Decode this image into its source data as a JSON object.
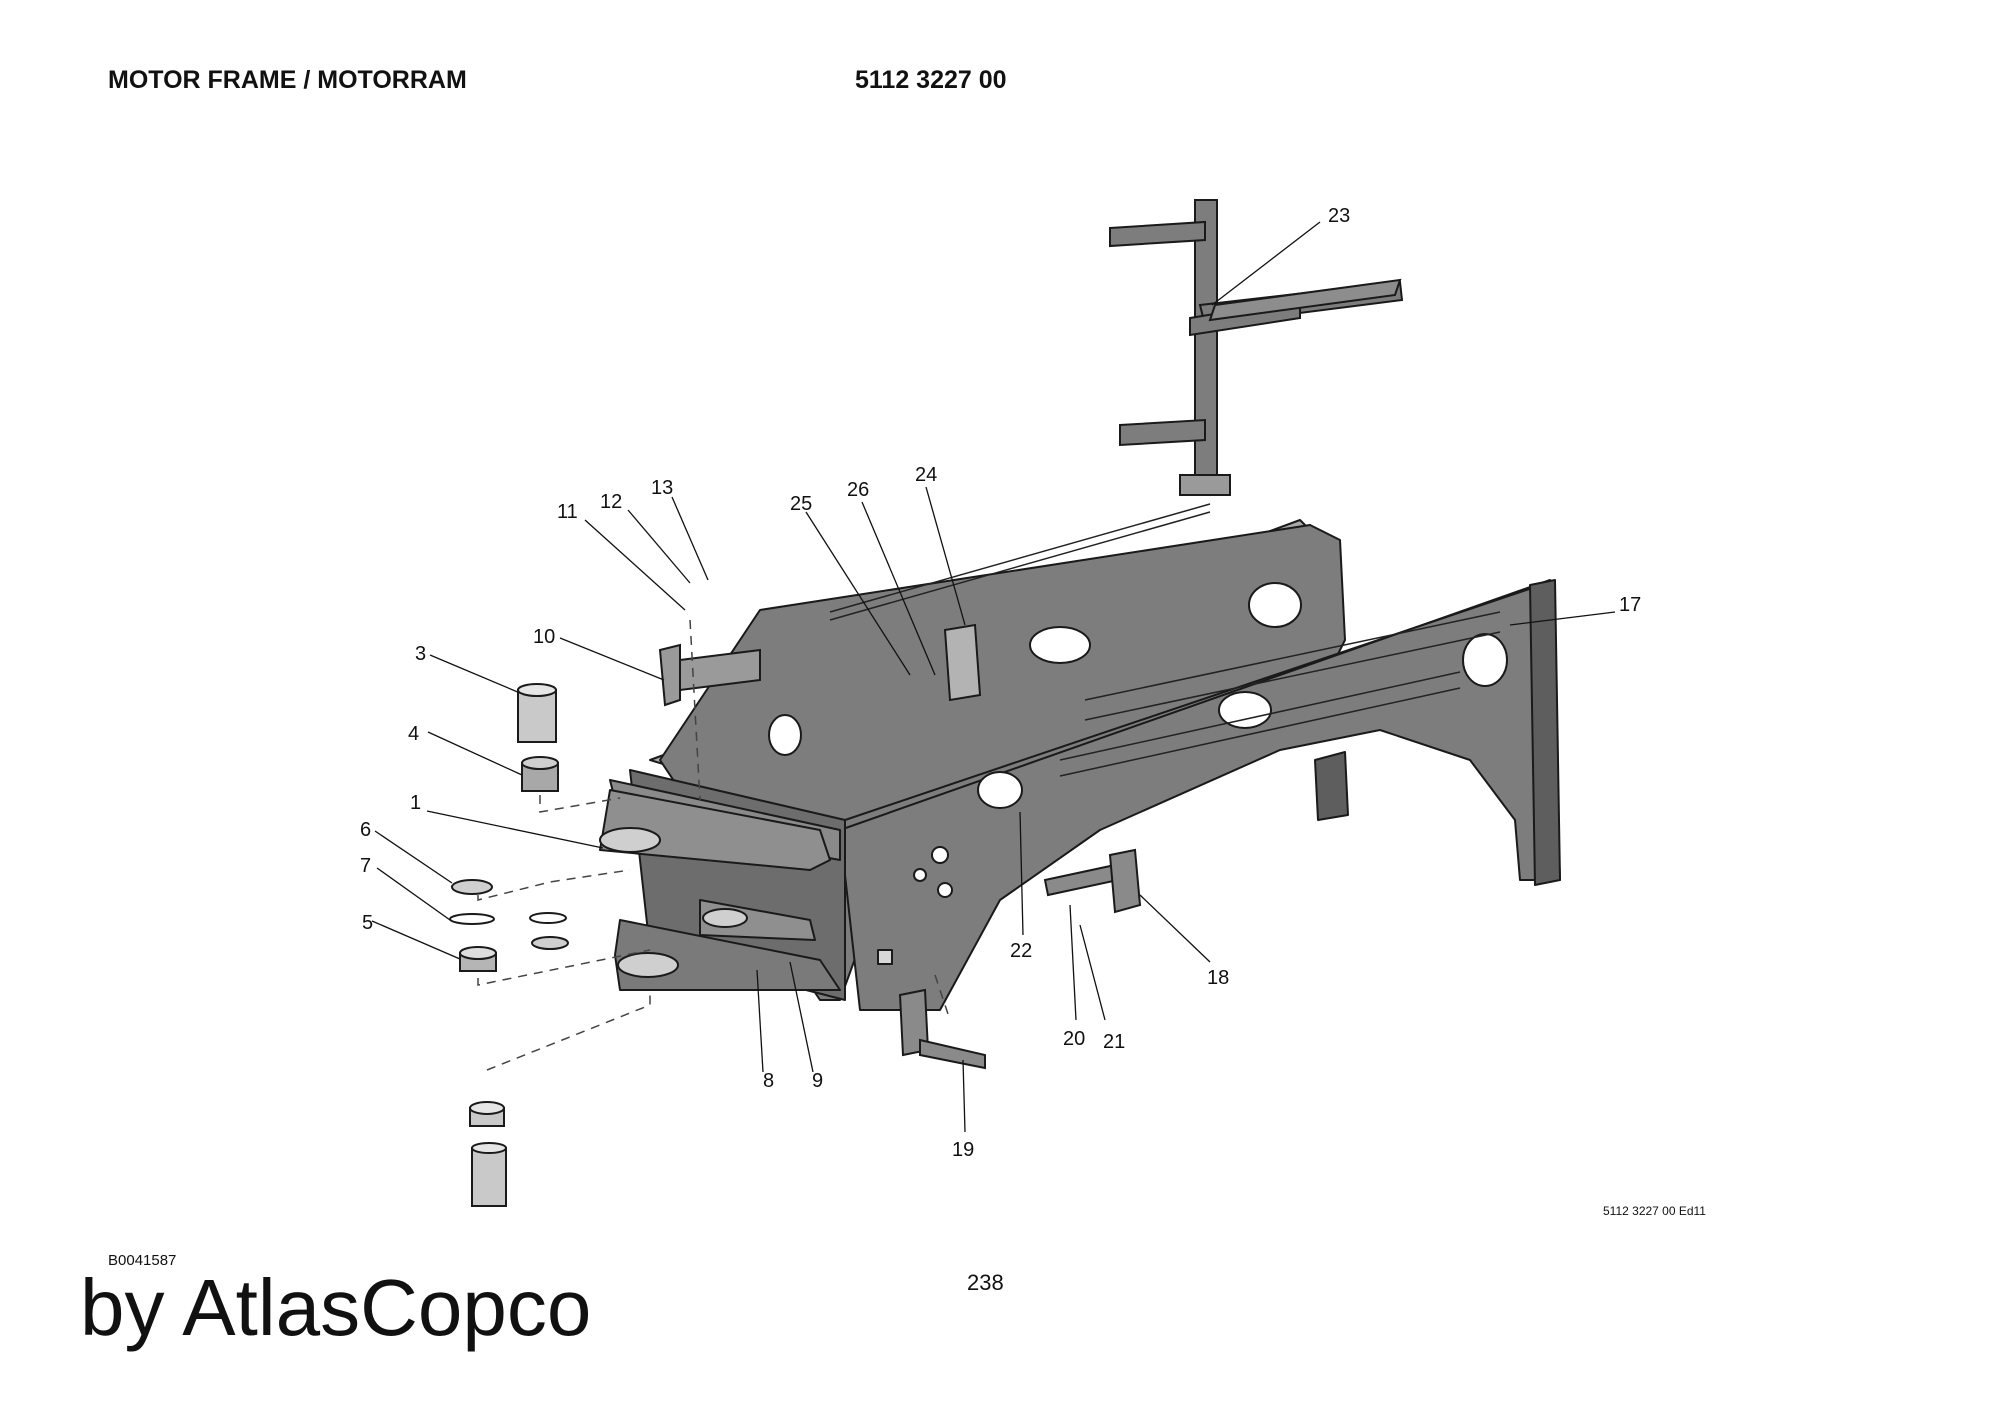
{
  "header": {
    "title": "MOTOR FRAME / MOTORRAM",
    "part_number": "5112 3227 00"
  },
  "footer": {
    "edition": "5112 3227 00 Ed11",
    "image_id": "B0041587",
    "page_number": "238",
    "brand": "by AtlasCopco"
  },
  "callouts": [
    "1",
    "3",
    "4",
    "5",
    "6",
    "7",
    "8",
    "9",
    "10",
    "11",
    "12",
    "13",
    "17",
    "18",
    "19",
    "20",
    "21",
    "22",
    "23",
    "24",
    "25",
    "26"
  ],
  "colors": {
    "frame_fill": "#7d7d7d",
    "frame_dark": "#5e5e5e",
    "frame_light": "#a9a9a9",
    "line": "#111111"
  }
}
